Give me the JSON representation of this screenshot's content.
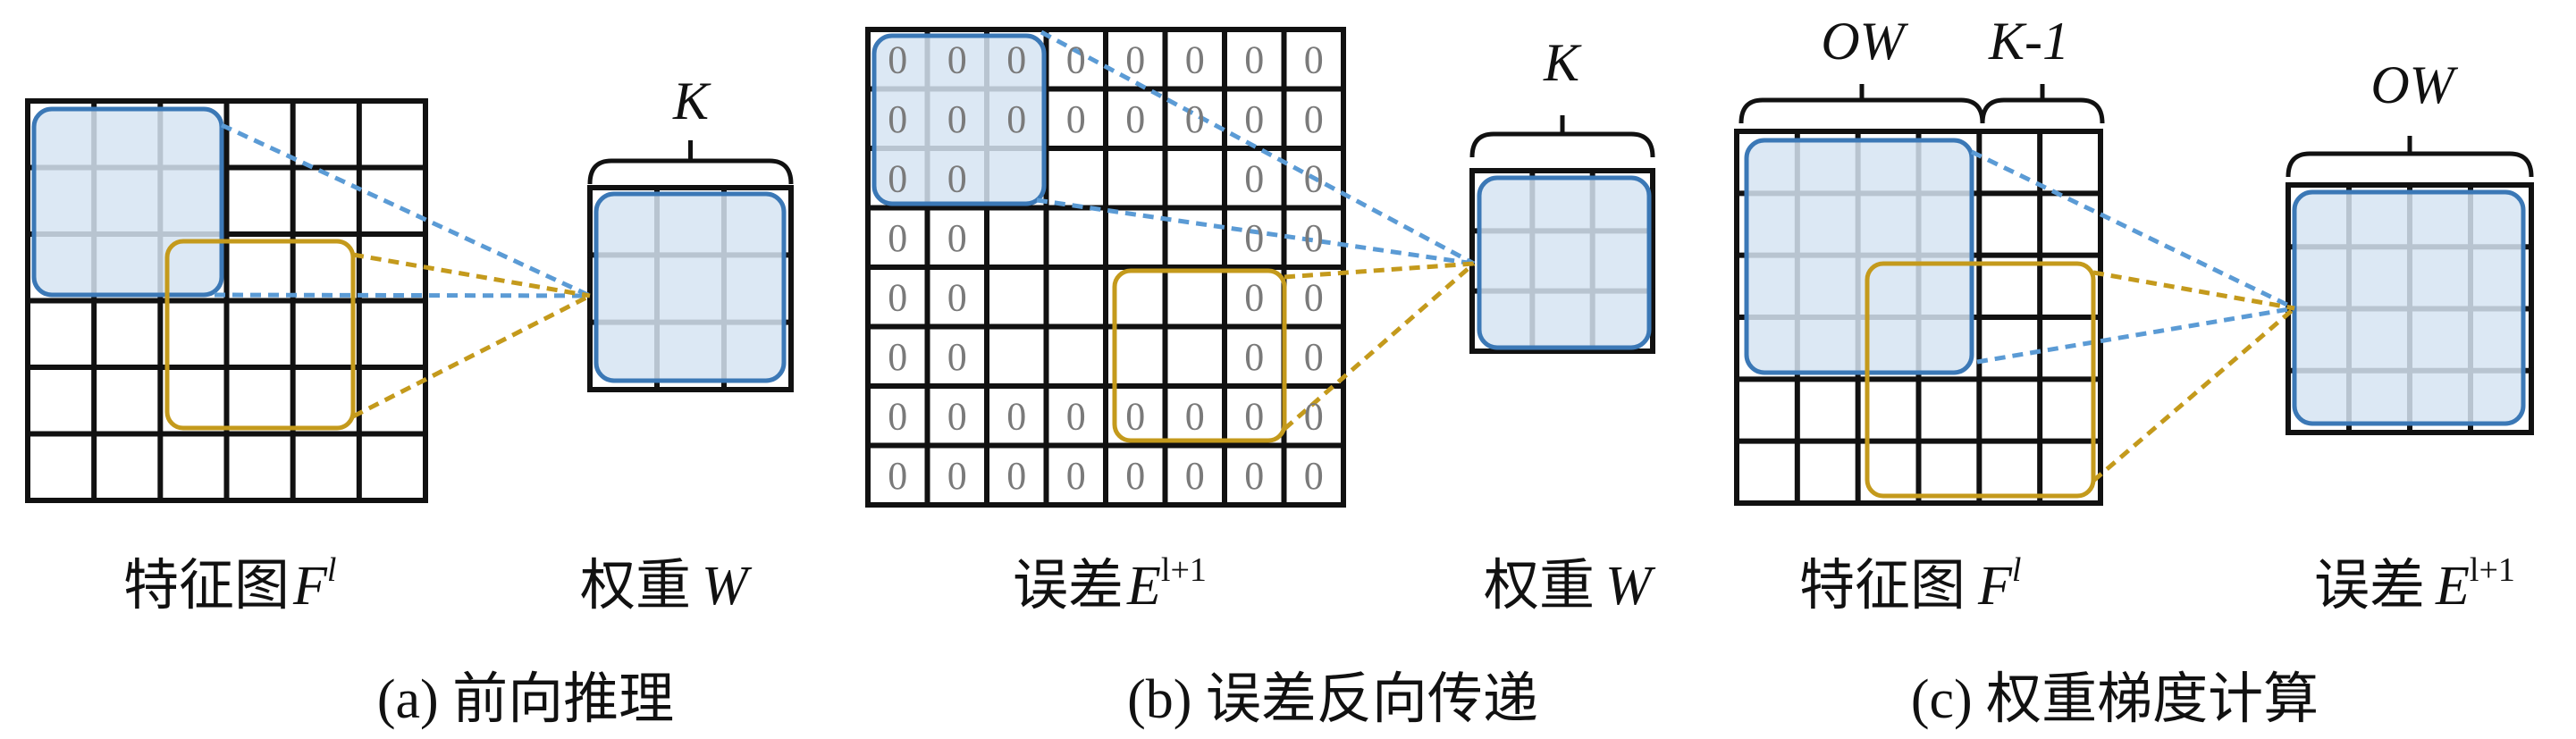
{
  "colors": {
    "grid": "#111111",
    "blue_stroke": "#3b78b6",
    "blue_fill": "#d6e4f2",
    "blue_dash": "#5b9bd5",
    "gold": "#c49a1c"
  },
  "panel_a": {
    "kernel_dim_label": "K",
    "feature_label": "特征图",
    "feature_symbol": "F",
    "feature_sup": "l",
    "weight_label": "权重",
    "weight_symbol": "W",
    "caption": "(a) 前向推理"
  },
  "panel_b": {
    "kernel_dim_label": "K",
    "error_label": "误差",
    "error_symbol": "E",
    "error_sup": "l+1",
    "weight_label": "权重",
    "weight_symbol": "W",
    "caption": "(b) 误差反向传递",
    "zero_grid": [
      [
        "0",
        "0",
        "0",
        "0",
        "0",
        "0",
        "0",
        "0"
      ],
      [
        "0",
        "0",
        "0",
        "0",
        "0",
        "0",
        "0",
        "0"
      ],
      [
        "0",
        "0",
        "",
        "",
        "",
        "",
        "0",
        "0"
      ],
      [
        "0",
        "0",
        "",
        "",
        "",
        "",
        "0",
        "0"
      ],
      [
        "0",
        "0",
        "",
        "",
        "",
        "",
        "0",
        "0"
      ],
      [
        "0",
        "0",
        "",
        "",
        "",
        "",
        "0",
        "0"
      ],
      [
        "0",
        "0",
        "0",
        "0",
        "0",
        "0",
        "0",
        "0"
      ],
      [
        "0",
        "0",
        "0",
        "0",
        "0",
        "0",
        "0",
        "0"
      ]
    ]
  },
  "panel_c": {
    "ow_label": "OW",
    "k_minus_1_label": "K-1",
    "error_ow_label": "OW",
    "feature_label": "特征图",
    "feature_symbol": "F",
    "feature_sup": "l",
    "error_label": "误差",
    "error_symbol": "E",
    "error_sup": "l+1",
    "caption": "(c) 权重梯度计算"
  }
}
